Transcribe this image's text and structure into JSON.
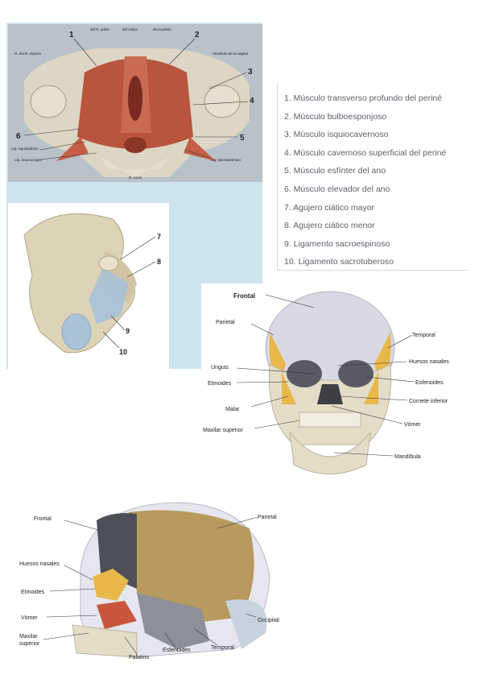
{
  "perineum": {
    "labels": {
      "n1": "1",
      "n2": "2",
      "n3": "3",
      "n4": "4",
      "n5": "5",
      "n6": "6",
      "top_a": "del R. pubis",
      "top_b": "del coitos",
      "top_c": "de la pelvis",
      "left_a": "R. del R. isquion",
      "right_a": "Vestíbulo de la vagina",
      "lig_left_a": "Lig. isquiopúbico",
      "lig_left_b": "Lig. anococcígeo",
      "lig_right": "Lig. sacrotuberoso",
      "bottom": "R. coxis"
    }
  },
  "legend": {
    "items": [
      "1. Músculo transverso profundo del periné",
      "2. Músculo bulboesponjoso",
      "3. Músculo isquiocavernoso",
      "4. Músculo cavernoso superficial del periné",
      "5. Músculo esfínter del ano",
      "6. Músculo elevador del ano",
      "7. Agujero ciático mayor",
      "8. Agujero ciático menor",
      "9. Ligamento sacroespinoso",
      "10. Ligamento sacrotuberoso"
    ]
  },
  "pelvis": {
    "n7": "7",
    "n8": "8",
    "n9": "9",
    "n10": "10"
  },
  "skull_front": {
    "frontal": "Frontal",
    "parietal": "Parietal",
    "temporal": "Temporal",
    "huesos_nasales": "Huesos nasales",
    "unguis": "Unguis",
    "etmoides": "Etmoides",
    "esfenoides": "Esfenoides",
    "malar": "Malar",
    "cornete": "Cornete inferior",
    "vomer": "Vómer",
    "maxilar": "Maxilar superior",
    "mandibula": "Mandíbula"
  },
  "skull_side": {
    "frontal": "Frontal",
    "parietal": "Parietal",
    "huesos_nasales": "Huesos nasales",
    "etmoides": "Etmoides",
    "vomer": "Vómer",
    "maxilar_a": "Maxilar",
    "maxilar_b": "superior",
    "occipital": "Occipital",
    "esfenoides": "Esfenoides",
    "temporal": "Temporal",
    "palatino": "Palatino"
  },
  "colors": {
    "panel_bg": "#cde4ef",
    "muscle": "#b9543e",
    "bone": "#e8e2d2",
    "ligament": "#a9c2d8",
    "frontal_bone": "#d9d9e4",
    "yellow_bone": "#e8b84a",
    "parietal_side": "#b89a5e"
  }
}
